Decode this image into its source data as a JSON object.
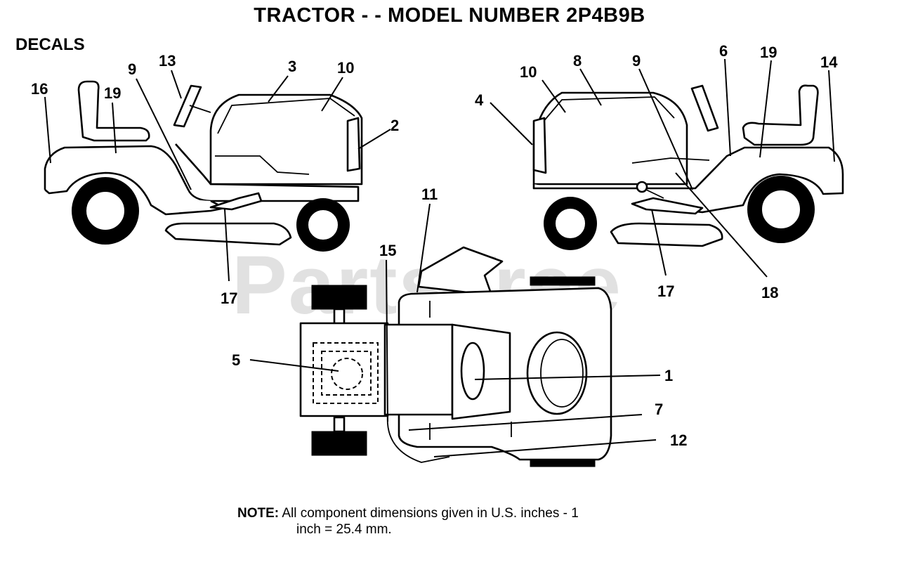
{
  "title": "TRACTOR - - MODEL NUMBER 2P4B9B",
  "section_label": "DECALS",
  "watermark": "PartsTree",
  "note": {
    "label": "NOTE:",
    "line1": "All component dimensions given in U.S. inches - 1",
    "line2": "inch = 25.4 mm."
  },
  "callouts": {
    "left_16": "16",
    "left_19": "19",
    "left_9": "9",
    "left_13": "13",
    "left_3": "3",
    "left_10": "10",
    "left_2": "2",
    "left_17": "17",
    "right_4": "4",
    "right_10": "10",
    "right_8": "8",
    "right_9": "9",
    "right_6": "6",
    "right_19": "19",
    "right_14": "14",
    "right_17": "17",
    "right_18": "18",
    "top_11": "11",
    "top_15": "15",
    "top_5": "5",
    "top_1": "1",
    "top_7": "7",
    "top_12": "12"
  }
}
